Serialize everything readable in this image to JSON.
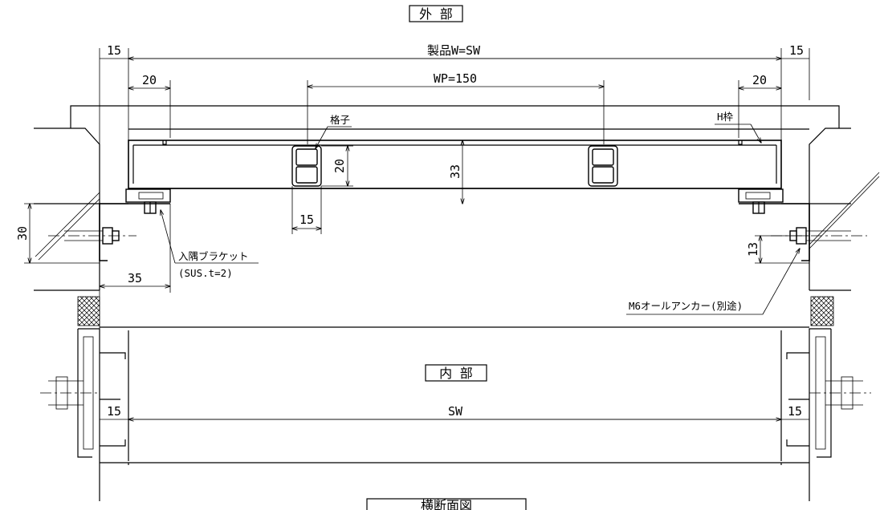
{
  "labels": {
    "exterior": "外 部",
    "interior": "内 部",
    "title": "横断面図",
    "product_width": "製品W=SW",
    "pitch": "WP=150",
    "lattice": "格子",
    "h_frame": "H枠",
    "bracket_line1": "入隅ブラケット",
    "bracket_line2": "(SUS.t=2)",
    "anchor": "M6オールアンカー(別途)",
    "sw": "SW"
  },
  "dimensions": {
    "top_left_margin": "15",
    "top_right_margin": "15",
    "left_offset": "20",
    "right_offset": "20",
    "bar_height": "20",
    "depth": "33",
    "bar_width": "15",
    "left_vertical": "30",
    "bracket_len": "35",
    "anchor_offset": "13",
    "bottom_left_margin": "15",
    "bottom_right_margin": "15"
  }
}
